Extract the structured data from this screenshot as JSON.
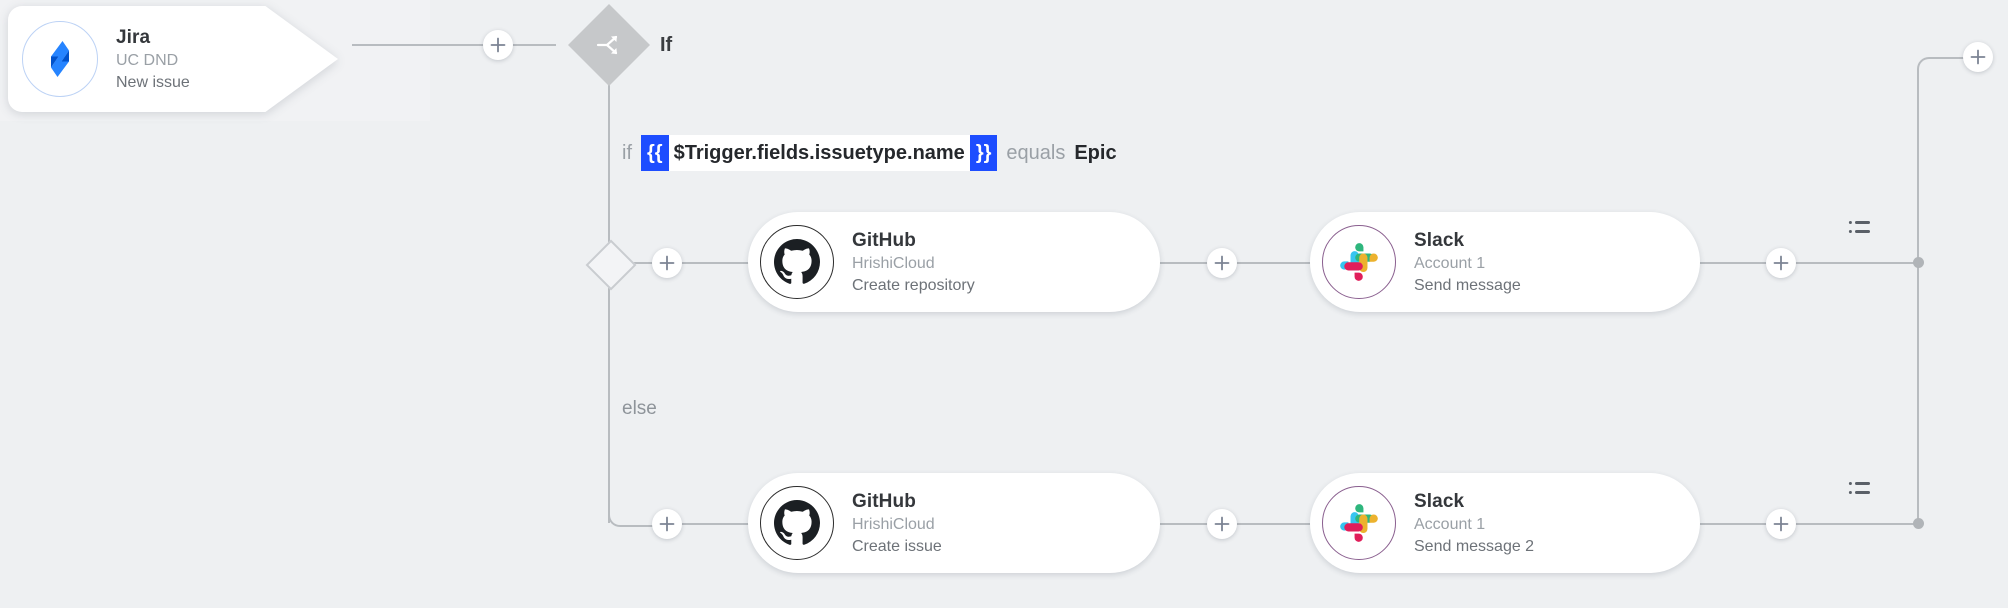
{
  "canvas": {
    "background_color": "#eef0f2",
    "wire_color": "#b8bcc0"
  },
  "trigger": {
    "name": "jira-trigger",
    "icon": "jira-icon",
    "title": "Jira",
    "account": "UC DND",
    "action": "New issue"
  },
  "condition_node": {
    "name": "if-node",
    "icon": "branch-split-icon",
    "label": "If",
    "else_label": "else"
  },
  "condition_expression": {
    "keyword_if": "if",
    "brace_open": "{{",
    "expression": "$Trigger.fields.issuetype.name",
    "brace_close": "}}",
    "operator": "equals",
    "value": "Epic",
    "brace_color": "#1d4dff"
  },
  "branches": [
    {
      "branch": "if",
      "nodes": [
        {
          "name": "github-node-create-repository",
          "icon": "github-icon",
          "title": "GitHub",
          "account": "HrishiCloud",
          "action": "Create repository"
        },
        {
          "name": "slack-node-send-message",
          "icon": "slack-icon",
          "title": "Slack",
          "account": "Account 1",
          "action": "Send message"
        }
      ]
    },
    {
      "branch": "else",
      "nodes": [
        {
          "name": "github-node-create-issue",
          "icon": "github-icon",
          "title": "GitHub",
          "account": "HrishiCloud",
          "action": "Create issue"
        },
        {
          "name": "slack-node-send-message-2",
          "icon": "slack-icon",
          "title": "Slack",
          "account": "Account 1",
          "action": "Send message 2"
        }
      ]
    }
  ],
  "add_buttons": [
    {
      "name": "add-step-before-if",
      "icon": "plus-icon"
    },
    {
      "name": "add-step-if-branch-start",
      "icon": "plus-icon"
    },
    {
      "name": "add-step-if-between",
      "icon": "plus-icon"
    },
    {
      "name": "add-step-if-end",
      "icon": "plus-icon"
    },
    {
      "name": "add-step-else-branch-start",
      "icon": "plus-icon"
    },
    {
      "name": "add-step-else-between",
      "icon": "plus-icon"
    },
    {
      "name": "add-step-else-end",
      "icon": "plus-icon"
    },
    {
      "name": "add-step-after-merge",
      "icon": "plus-icon"
    }
  ],
  "list_icons": [
    {
      "name": "branch-options-icon-if"
    },
    {
      "name": "branch-options-icon-else"
    }
  ],
  "icon_colors": {
    "jira_blue": "#2684ff",
    "jira_blue_dark": "#0052cc",
    "github_black": "#1b1f23",
    "slack_cyan": "#36c5f0",
    "slack_green": "#2eb67d",
    "slack_yellow": "#ecb22e",
    "slack_crimson": "#e01e5a",
    "diamond_gray": "#c6c8ca"
  }
}
